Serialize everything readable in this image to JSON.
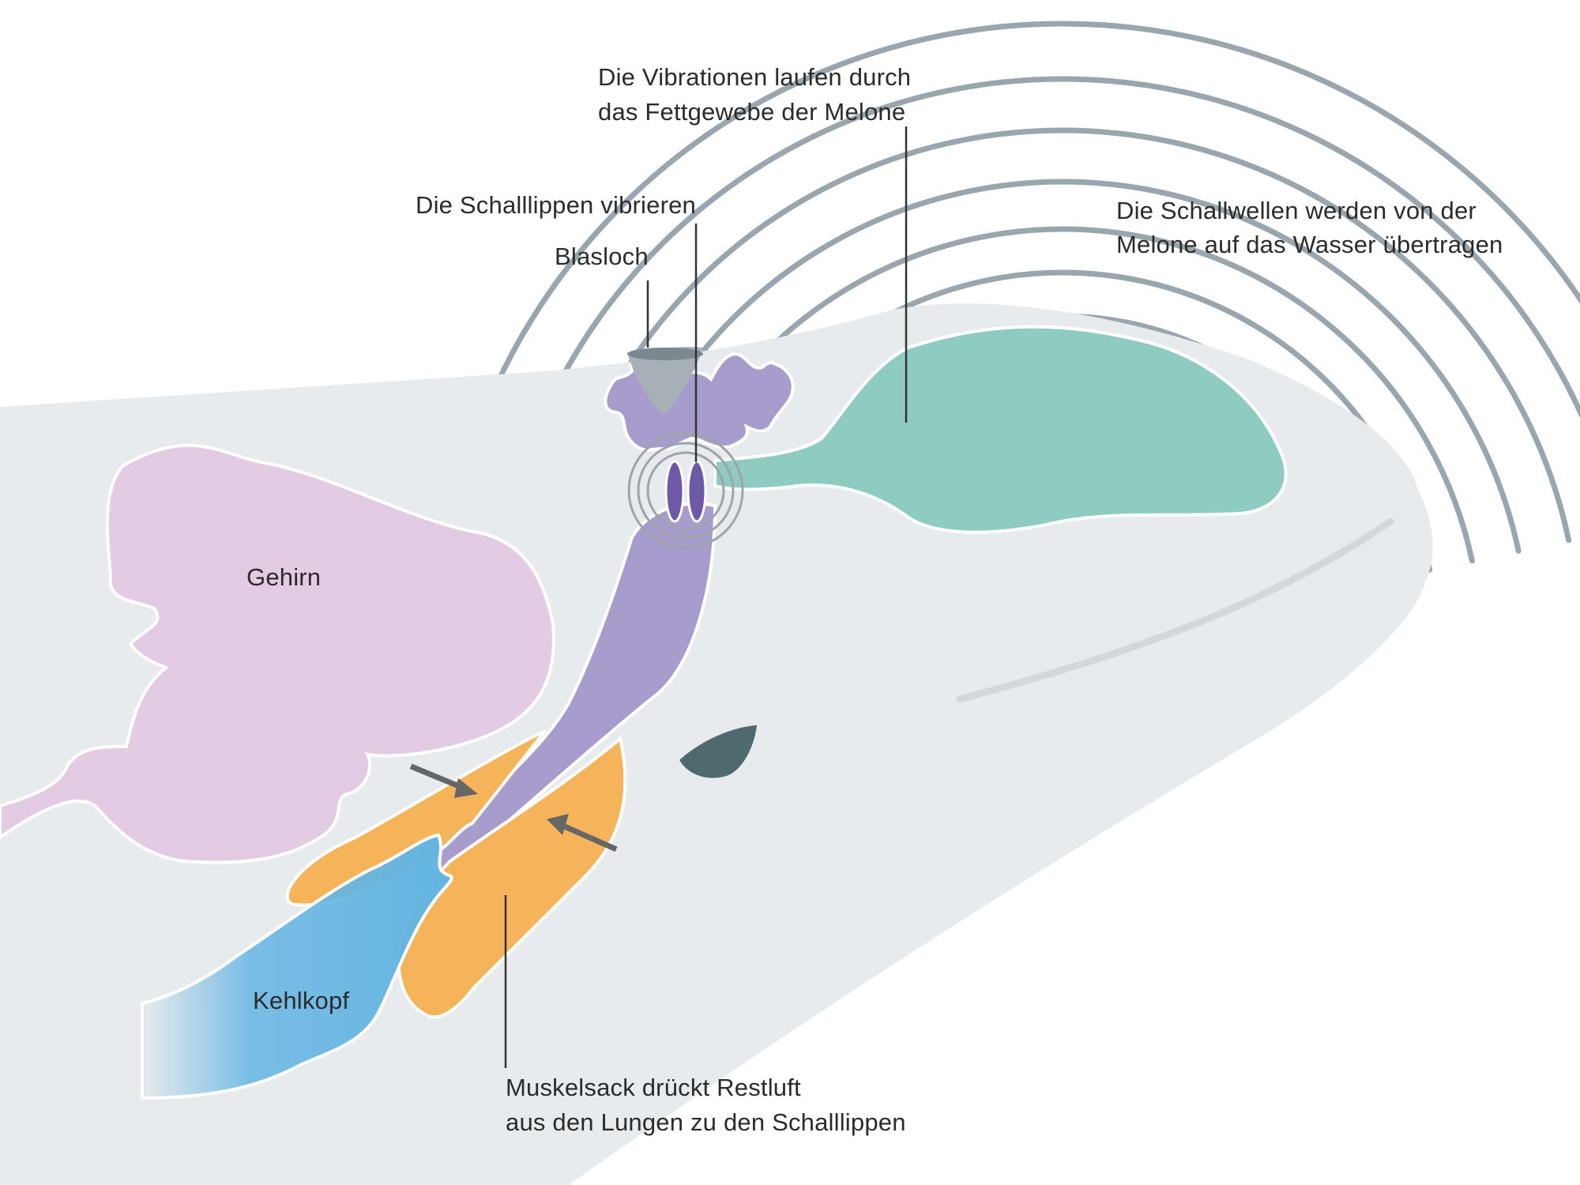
{
  "labels": {
    "vibrations_line1": "Die Vibrationen laufen durch",
    "vibrations_line2": "das Fettgewebe der Melone",
    "sound_lips": "Die Schalllippen vibrieren",
    "blowhole": "Blasloch",
    "soundwaves_line1": "Die Schallwellen werden von der",
    "soundwaves_line2": "Melone auf das Wasser übertragen",
    "brain": "Gehirn",
    "larynx": "Kehlkopf",
    "muscle_line1": "Muskelsack drückt Restluft",
    "muscle_line2": "aus den Lungen zu den Schalllippen"
  },
  "colors": {
    "head": "#e8ebee",
    "brain": "#e3cbe3",
    "melon": "#8ecbc1",
    "nasal_passage": "#a89ccc",
    "sound_lips": "#6e59a6",
    "muscle_sac": "#f5b35a",
    "larynx": "#64b5e2",
    "blowhole": "#a8b0b7",
    "eye": "#4f6a6f",
    "waves": "#9aa6ae",
    "arrows": "#666666",
    "leader_lines": "#333333"
  }
}
